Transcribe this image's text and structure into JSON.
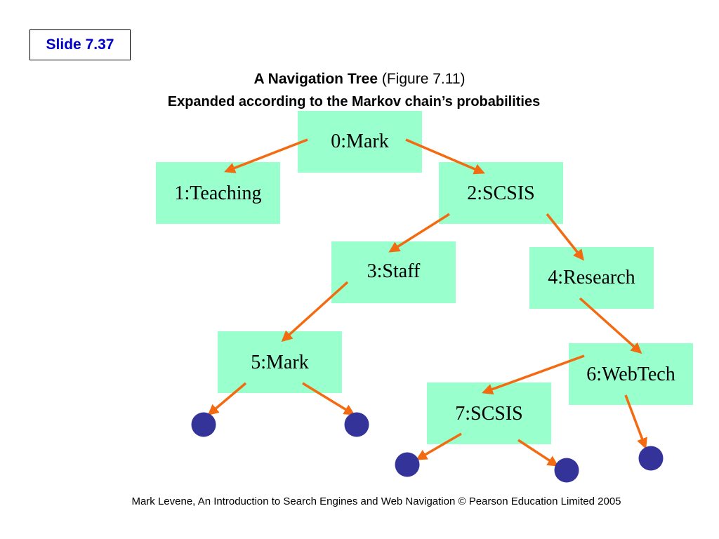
{
  "slide": {
    "label": "Slide 7.37"
  },
  "title": {
    "main": "A Navigation Tree",
    "figure": "(Figure 7.11)",
    "subtitle": "Expanded according to the Markov chain’s probabilities"
  },
  "colors": {
    "node_fill": "#99ffcc",
    "arrow": "#f36a10",
    "leaf": "#333399",
    "slide_label": "#0000cc"
  },
  "nodes": [
    {
      "id": "n0",
      "label": "0:Mark"
    },
    {
      "id": "n1",
      "label": "1:Teaching"
    },
    {
      "id": "n2",
      "label": "2:SCSIS"
    },
    {
      "id": "n3",
      "label": "3:Staff"
    },
    {
      "id": "n4",
      "label": "4:Research"
    },
    {
      "id": "n5",
      "label": "5:Mark"
    },
    {
      "id": "n6",
      "label": "6:WebTech"
    },
    {
      "id": "n7",
      "label": "7:SCSIS"
    }
  ],
  "edges": [
    {
      "from": "0:Mark",
      "to": "1:Teaching"
    },
    {
      "from": "0:Mark",
      "to": "2:SCSIS"
    },
    {
      "from": "2:SCSIS",
      "to": "3:Staff"
    },
    {
      "from": "2:SCSIS",
      "to": "4:Research"
    },
    {
      "from": "3:Staff",
      "to": "5:Mark"
    },
    {
      "from": "4:Research",
      "to": "6:WebTech"
    },
    {
      "from": "6:WebTech",
      "to": "7:SCSIS"
    },
    {
      "from": "5:Mark",
      "to": "leaf"
    },
    {
      "from": "5:Mark",
      "to": "leaf"
    },
    {
      "from": "7:SCSIS",
      "to": "leaf"
    },
    {
      "from": "7:SCSIS",
      "to": "leaf"
    },
    {
      "from": "6:WebTech",
      "to": "leaf"
    }
  ],
  "footer": "Mark Levene, An Introduction to Search Engines and Web Navigation © Pearson Education Limited 2005"
}
